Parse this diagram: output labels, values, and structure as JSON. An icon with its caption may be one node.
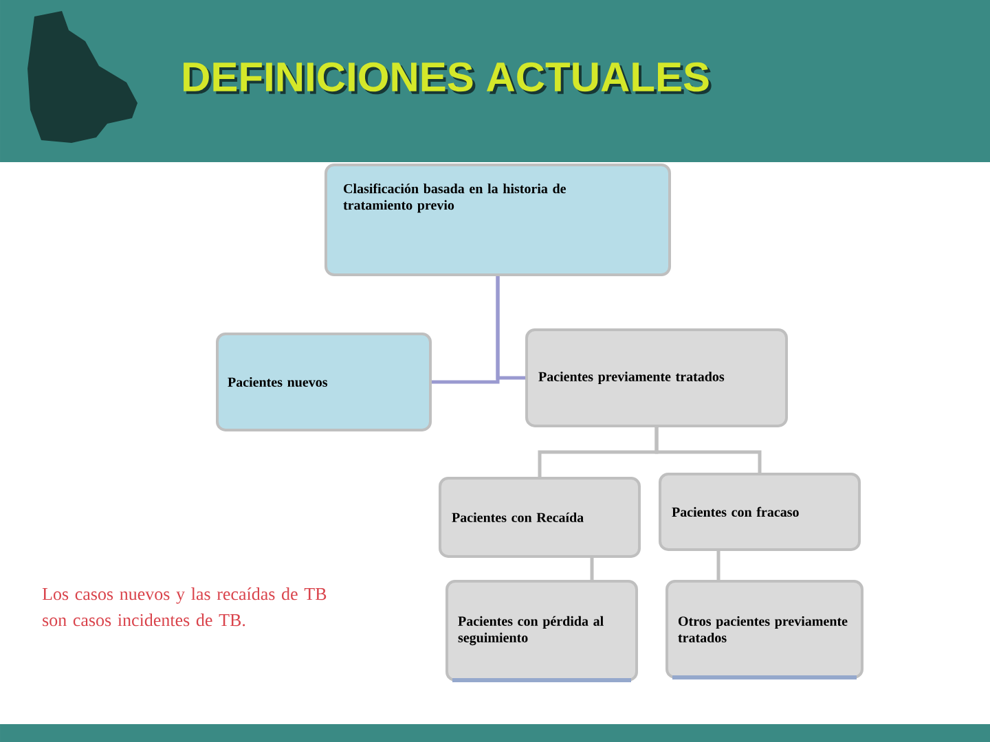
{
  "diagram": {
    "title": "DEFINICIONES ACTUALES",
    "nodes": [
      {
        "text": [
          "Clasificación basada en la historia de tratamiento previo"
        ]
      },
      {
        "text": [
          "Pacientes nuevos"
        ]
      },
      {
        "text": [
          "Pacientes previamente tratados"
        ]
      },
      {
        "text": [
          "Pacientes con Recaída"
        ]
      },
      {
        "text": [
          "Pacientes con fracaso"
        ]
      },
      {
        "text": [
          "Pacientes con pérdida al seguimiento"
        ]
      },
      {
        "text": [
          "Otros pacientes previamente tratados"
        ]
      }
    ],
    "edges": [
      {
        "from": 0,
        "to": 1,
        "arrow": "none",
        "color": "#9a9ad0"
      },
      {
        "from": 0,
        "to": 2,
        "arrow": "none",
        "color": "#9a9ad0"
      },
      {
        "from": 2,
        "to": 3,
        "arrow": "none"
      },
      {
        "from": 2,
        "to": 4,
        "arrow": "none"
      },
      {
        "from": 3,
        "to": 5,
        "arrow": "none"
      },
      {
        "from": 4,
        "to": 6,
        "arrow": "none"
      }
    ],
    "labels": [
      "Los casos nuevos y las recaídas de TB son casos incidentes de TB."
    ]
  }
}
